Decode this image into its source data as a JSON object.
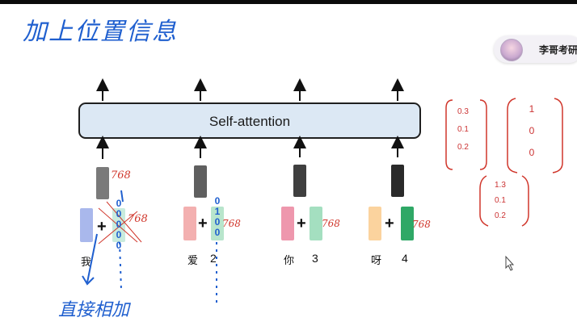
{
  "title_annotation": "加上位置信息",
  "badge": {
    "label": "李哥考研"
  },
  "diagram": {
    "block_label": "Self-attention",
    "columns": [
      {
        "token": "我",
        "position": "",
        "output_color": "#7a7a7a",
        "token_color": "#a9b8ec",
        "pos_color": "#c9ebdd"
      },
      {
        "token": "爱",
        "position": "2",
        "output_color": "#5f5f5f",
        "token_color": "#f3b0b0",
        "pos_color": "#b8e5cc"
      },
      {
        "token": "你",
        "position": "3",
        "output_color": "#3f3f3f",
        "token_color": "#ee97ad",
        "pos_color": "#a4dfc0"
      },
      {
        "token": "呀",
        "position": "4",
        "output_color": "#2a2a2a",
        "token_color": "#fbd39e",
        "pos_color": "#2fa866"
      }
    ]
  },
  "annotations": {
    "dim": "768",
    "bottom_note": "直接相加",
    "pos_digits": [
      "0",
      "1",
      "0",
      "0"
    ],
    "matrix_a": [
      "0.3",
      "0.1",
      "0.2"
    ],
    "matrix_b": [
      "1",
      "0",
      "0"
    ],
    "matrix_c": [
      "1.3",
      "0.1",
      "0.2"
    ]
  },
  "colors": {
    "ink_blue": "#1f5fcf",
    "ink_red": "#d0362b",
    "box_fill": "#dce8f4"
  }
}
